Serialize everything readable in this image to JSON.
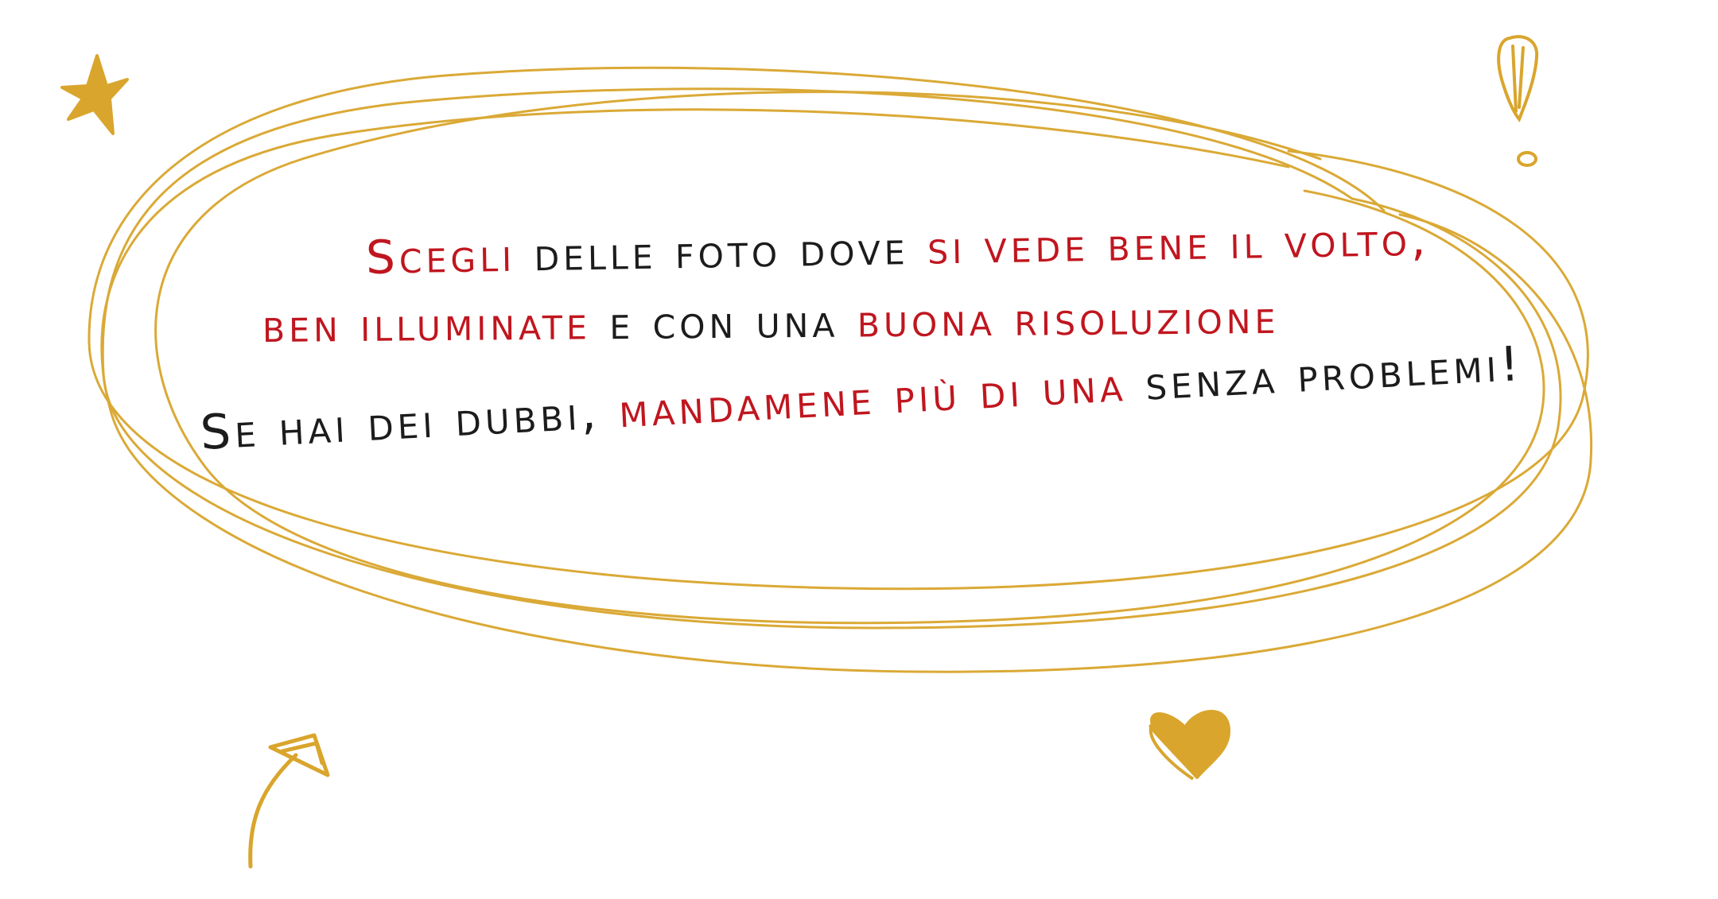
{
  "colors": {
    "accent_gold": "#d9a52c",
    "highlight_red": "#c0161f",
    "text_dark": "#1c1c1c",
    "background": "#ffffff"
  },
  "icons": [
    "star-doodle-icon",
    "exclamation-doodle-icon",
    "arrow-doodle-icon",
    "heart-doodle-icon",
    "scribble-oval-frame"
  ],
  "text": {
    "line1": [
      {
        "text": "Scegli",
        "style": "red"
      },
      {
        "text": " delle foto dove ",
        "style": "dark"
      },
      {
        "text": "si vede bene il volto,",
        "style": "red"
      }
    ],
    "line2": [
      {
        "text": "ben illuminate",
        "style": "red"
      },
      {
        "text": " e con una ",
        "style": "dark"
      },
      {
        "text": "buona risoluzione",
        "style": "red"
      }
    ],
    "line3": [
      {
        "text": "Se hai dei dubbi, ",
        "style": "dark"
      },
      {
        "text": "mandamene più di una",
        "style": "red"
      },
      {
        "text": " senza problemi!",
        "style": "dark"
      }
    ]
  }
}
